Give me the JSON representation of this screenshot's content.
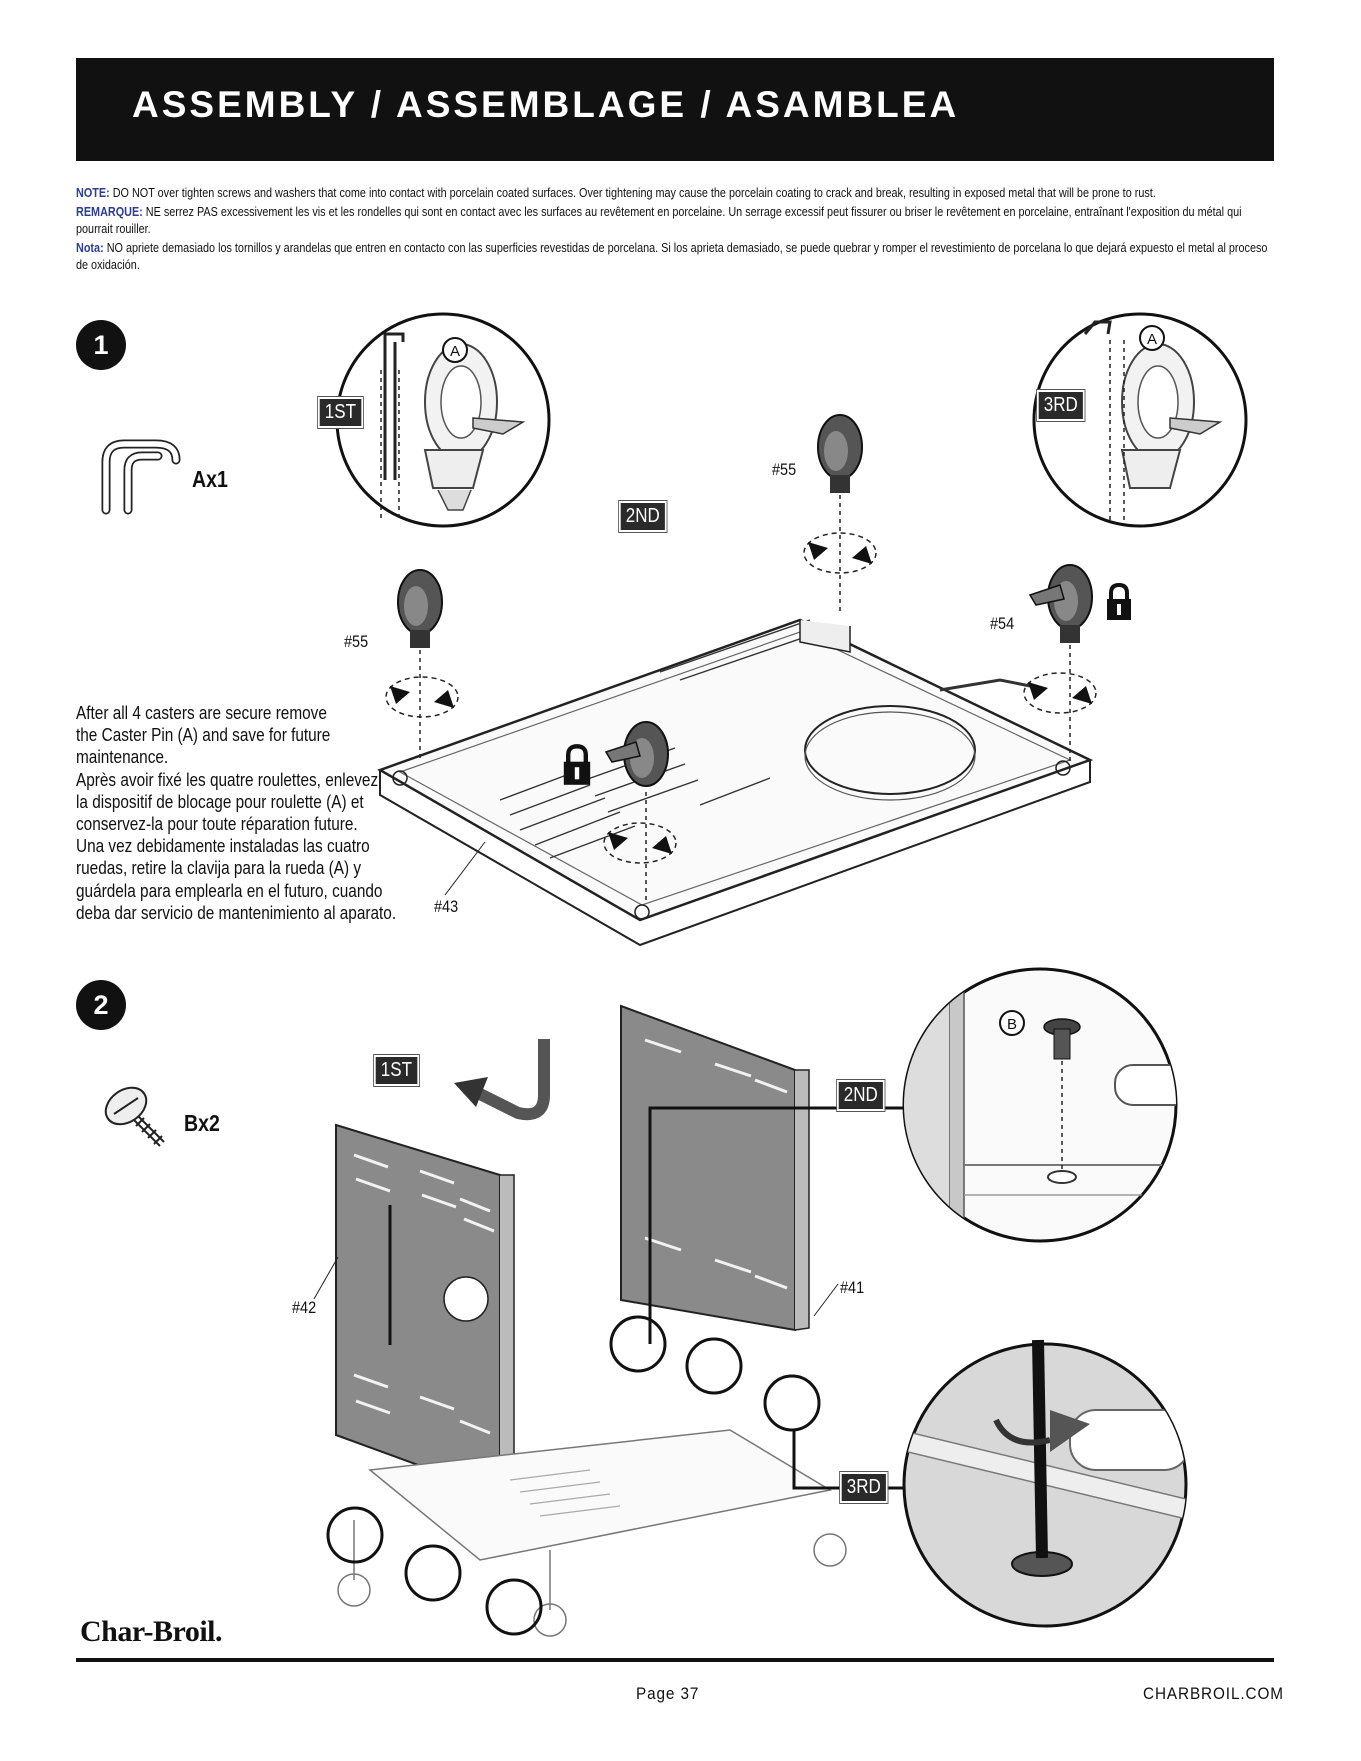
{
  "header": {
    "title": "ASSEMBLY / ASSEMBLAGE / ASAMBLEA"
  },
  "notes": [
    {
      "label": "NOTE:",
      "text": " DO NOT over tighten screws and washers that come into contact with porcelain coated surfaces. Over tightening may cause the porcelain coating to crack and break, resulting in exposed metal that will be prone to rust."
    },
    {
      "label": "REMARQUE:",
      "text": " NE serrez PAS excessivement les vis et les rondelles qui sont en contact avec les surfaces au revêtement en porcelaine. Un serrage excessif peut fissurer ou briser le revêtement en porcelaine, entraînant l'exposition du métal qui pourrait rouiller."
    },
    {
      "label": "Nota:",
      "text": " NO apriete demasiado los tornillos y arandelas que entren en contacto con las superficies revestidas de porcelana. Si los aprieta demasiado, se puede quebrar y romper el revestimiento de porcelana lo que dejará expuesto el metal al proceso de oxidación."
    }
  ],
  "step1": {
    "number": "1",
    "part_count": "Ax1",
    "labels": {
      "first": "1ST",
      "second": "2ND",
      "third": "3RD"
    },
    "callout_letter": "A",
    "parts": {
      "p55": "#55",
      "p54": "#54",
      "p43": "#43"
    },
    "caster_note": [
      "After all 4 casters are secure remove",
      "the Caster Pin (A) and save for future",
      "maintenance.",
      "Après avoir fixé les quatre roulettes, enlevez",
      "la dispositif de blocage pour roulette (A) et",
      "conservez-la pour toute réparation future.",
      "Una vez debidamente instaladas las cuatro",
      "ruedas, retire la clavija para la rueda (A) y",
      "guárdela para emplearla en el futuro, cuando",
      "deba dar servicio de mantenimiento al aparato."
    ]
  },
  "step2": {
    "number": "2",
    "part_count": "Bx2",
    "labels": {
      "first": "1ST",
      "second": "2ND",
      "third": "3RD"
    },
    "callout_letter": "B",
    "parts": {
      "p42": "#42",
      "p41": "#41"
    }
  },
  "footer": {
    "logo": "Char-Broil.",
    "page": "Page 37",
    "site": "CHARBROIL.COM"
  }
}
